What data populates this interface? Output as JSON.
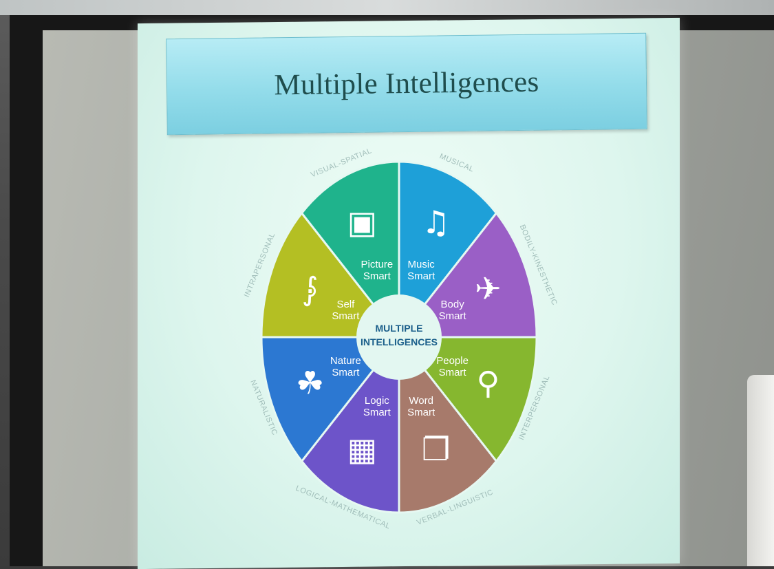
{
  "slide": {
    "title": "Multiple Intelligences",
    "center_label_line1": "MULTIPLE",
    "center_label_line2": "INTELLIGENCES"
  },
  "segments": [
    {
      "line1": "Music",
      "line2": "Smart",
      "ring": "MUSICAL",
      "color": "#1ea0d8",
      "icon": "music-note-icon"
    },
    {
      "line1": "Body",
      "line2": "Smart",
      "ring": "BODILY-KINESTHETIC",
      "color": "#9a5fc6",
      "icon": "running-person-icon"
    },
    {
      "line1": "People",
      "line2": "Smart",
      "ring": "INTERPERSONAL",
      "color": "#86b72f",
      "icon": "people-icon"
    },
    {
      "line1": "Word",
      "line2": "Smart",
      "ring": "VERBAL-LINGUISTIC",
      "color": "#a77a6b",
      "icon": "book-icon"
    },
    {
      "line1": "Logic",
      "line2": "Smart",
      "ring": "LOGICAL-MATHEMATICAL",
      "color": "#6d54c9",
      "icon": "calculator-icon"
    },
    {
      "line1": "Nature",
      "line2": "Smart",
      "ring": "NATURALISTIC",
      "color": "#2c78d2",
      "icon": "leaf-icon"
    },
    {
      "line1": "Self",
      "line2": "Smart",
      "ring": "INTRAPERSONAL",
      "color": "#b4bf23",
      "icon": "person-arms-up-icon"
    },
    {
      "line1": "Picture",
      "line2": "Smart",
      "ring": "VISUAL-SPATIAL",
      "color": "#1fb38c",
      "icon": "camera-icon"
    }
  ]
}
